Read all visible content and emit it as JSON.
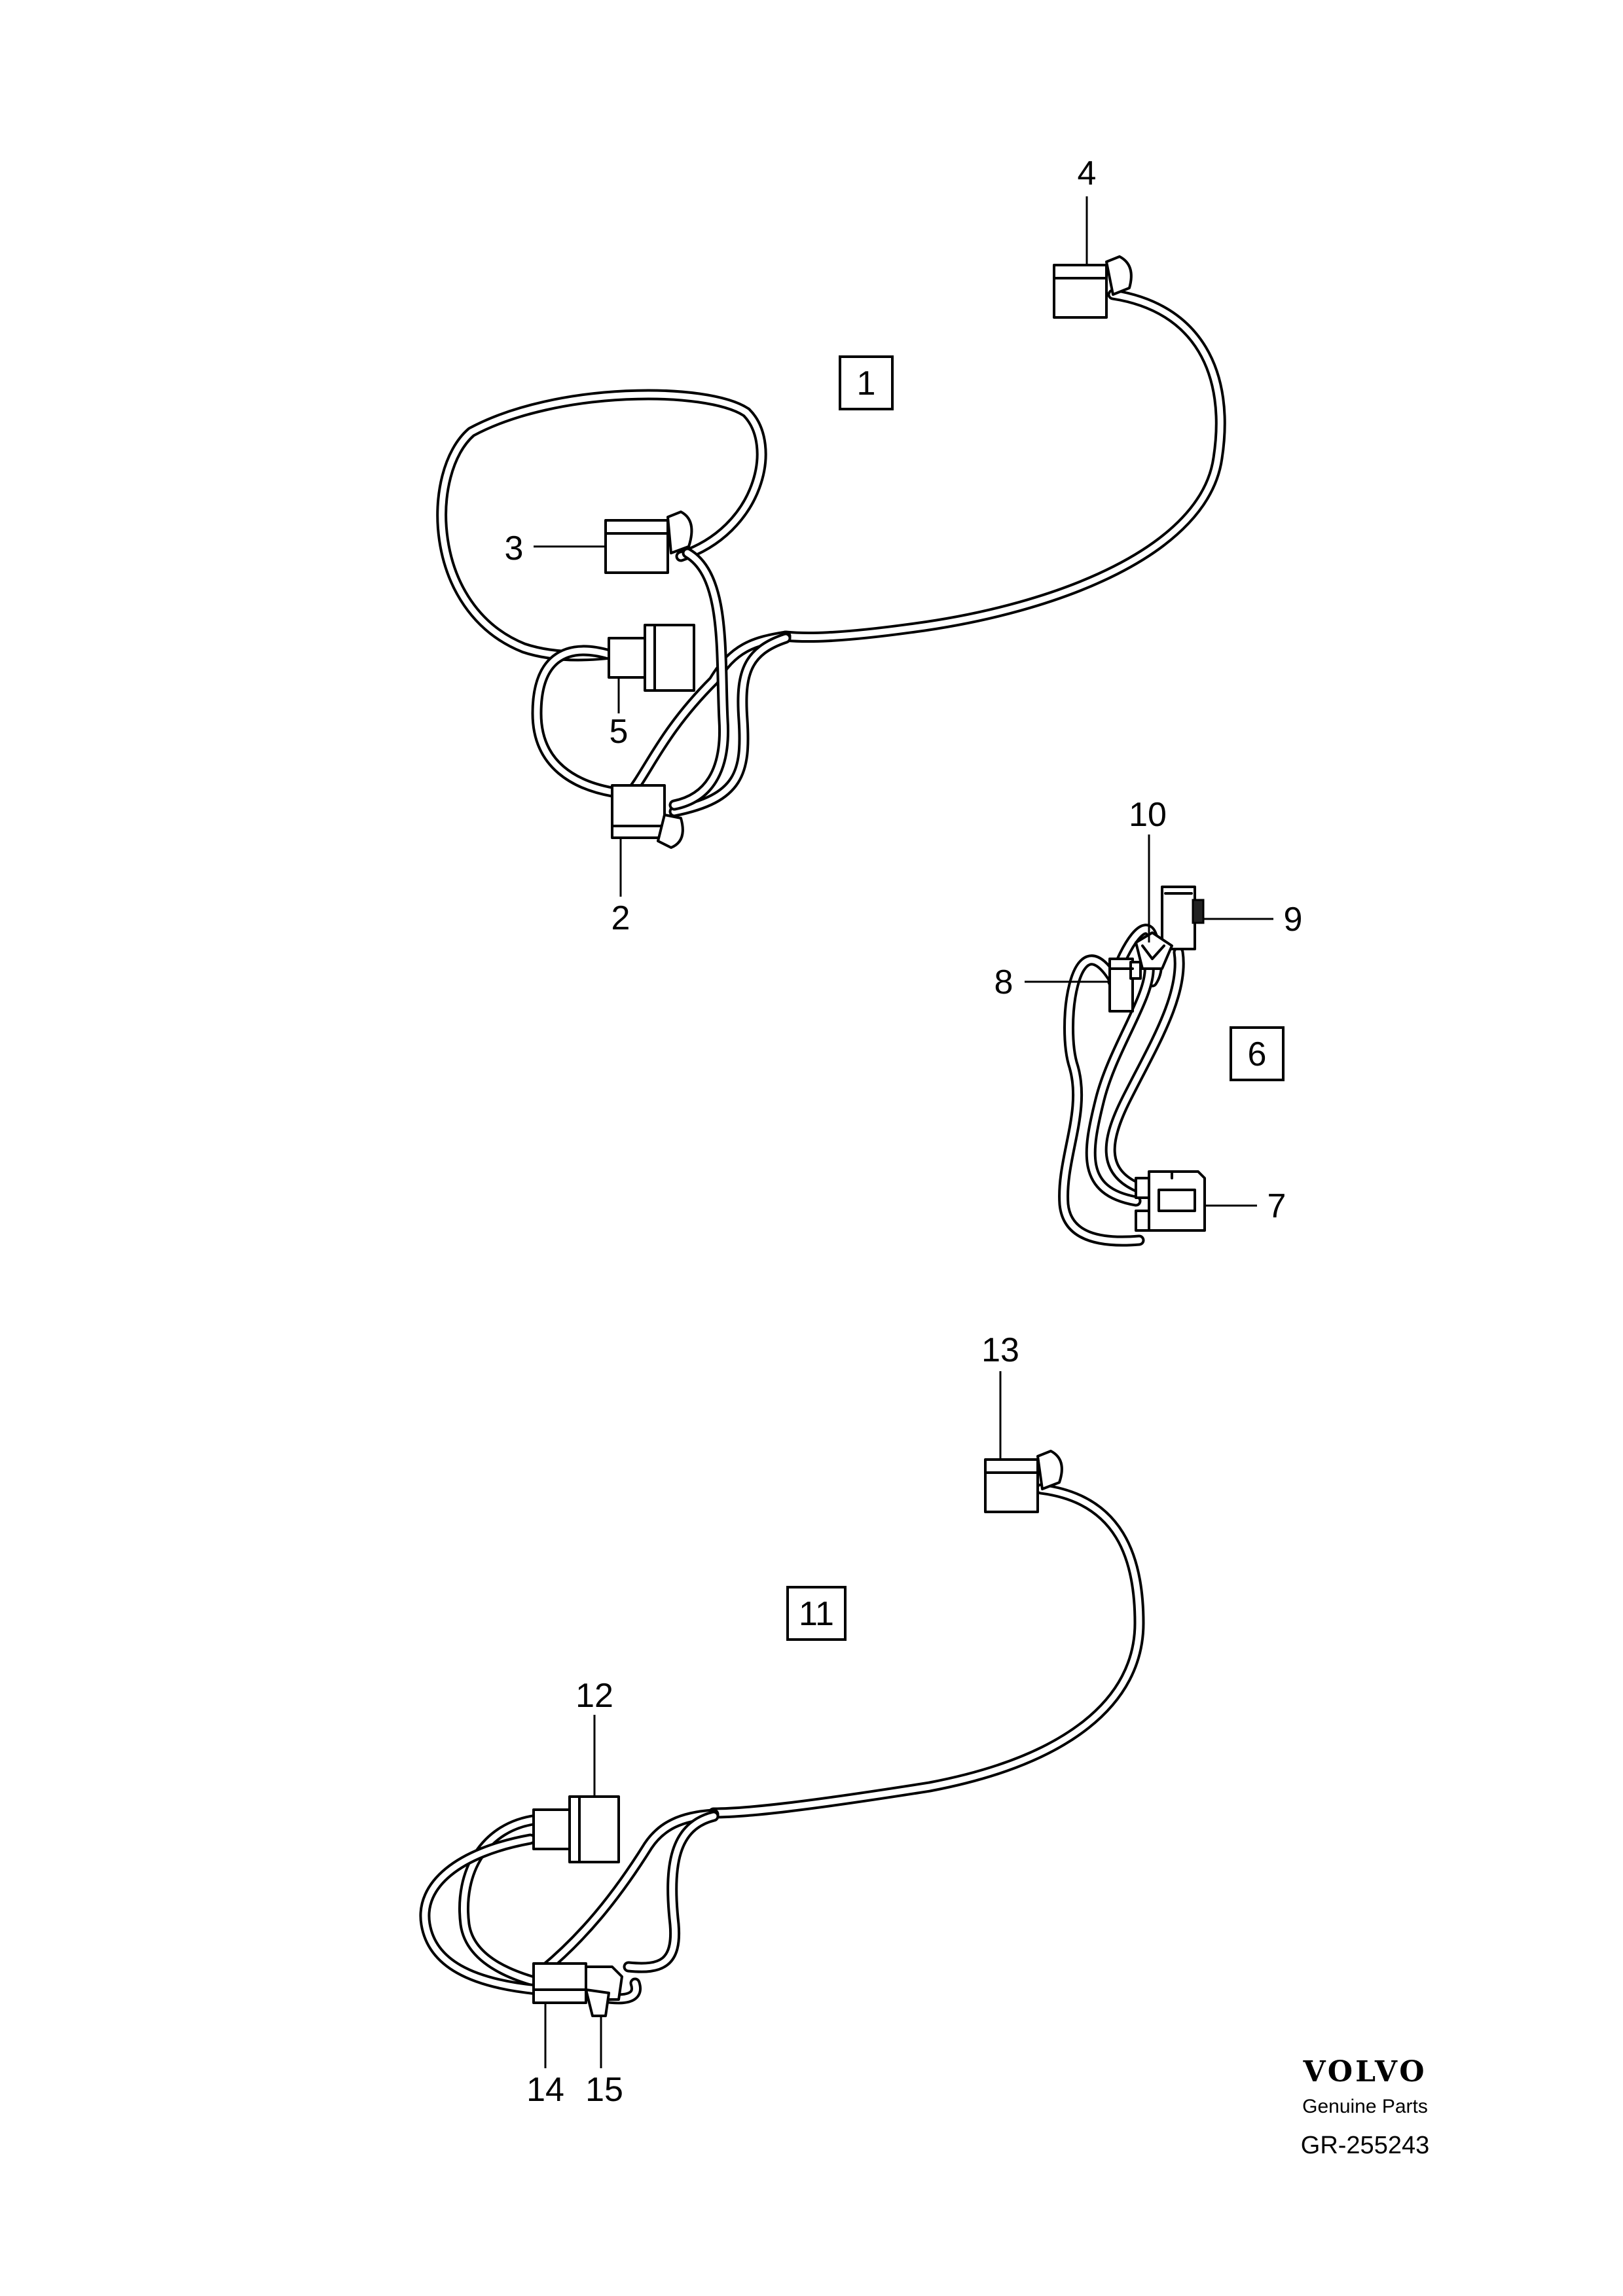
{
  "callouts": {
    "c1": "1",
    "c2": "2",
    "c3": "3",
    "c4": "4",
    "c5": "5",
    "c6": "6",
    "c7": "7",
    "c8": "8",
    "c9": "9",
    "c10": "10",
    "c11": "11",
    "c12": "12",
    "c13": "13",
    "c14": "14",
    "c15": "15"
  },
  "footer": {
    "brand": "VOLVO",
    "subtitle": "Genuine Parts",
    "code": "GR-255243"
  }
}
